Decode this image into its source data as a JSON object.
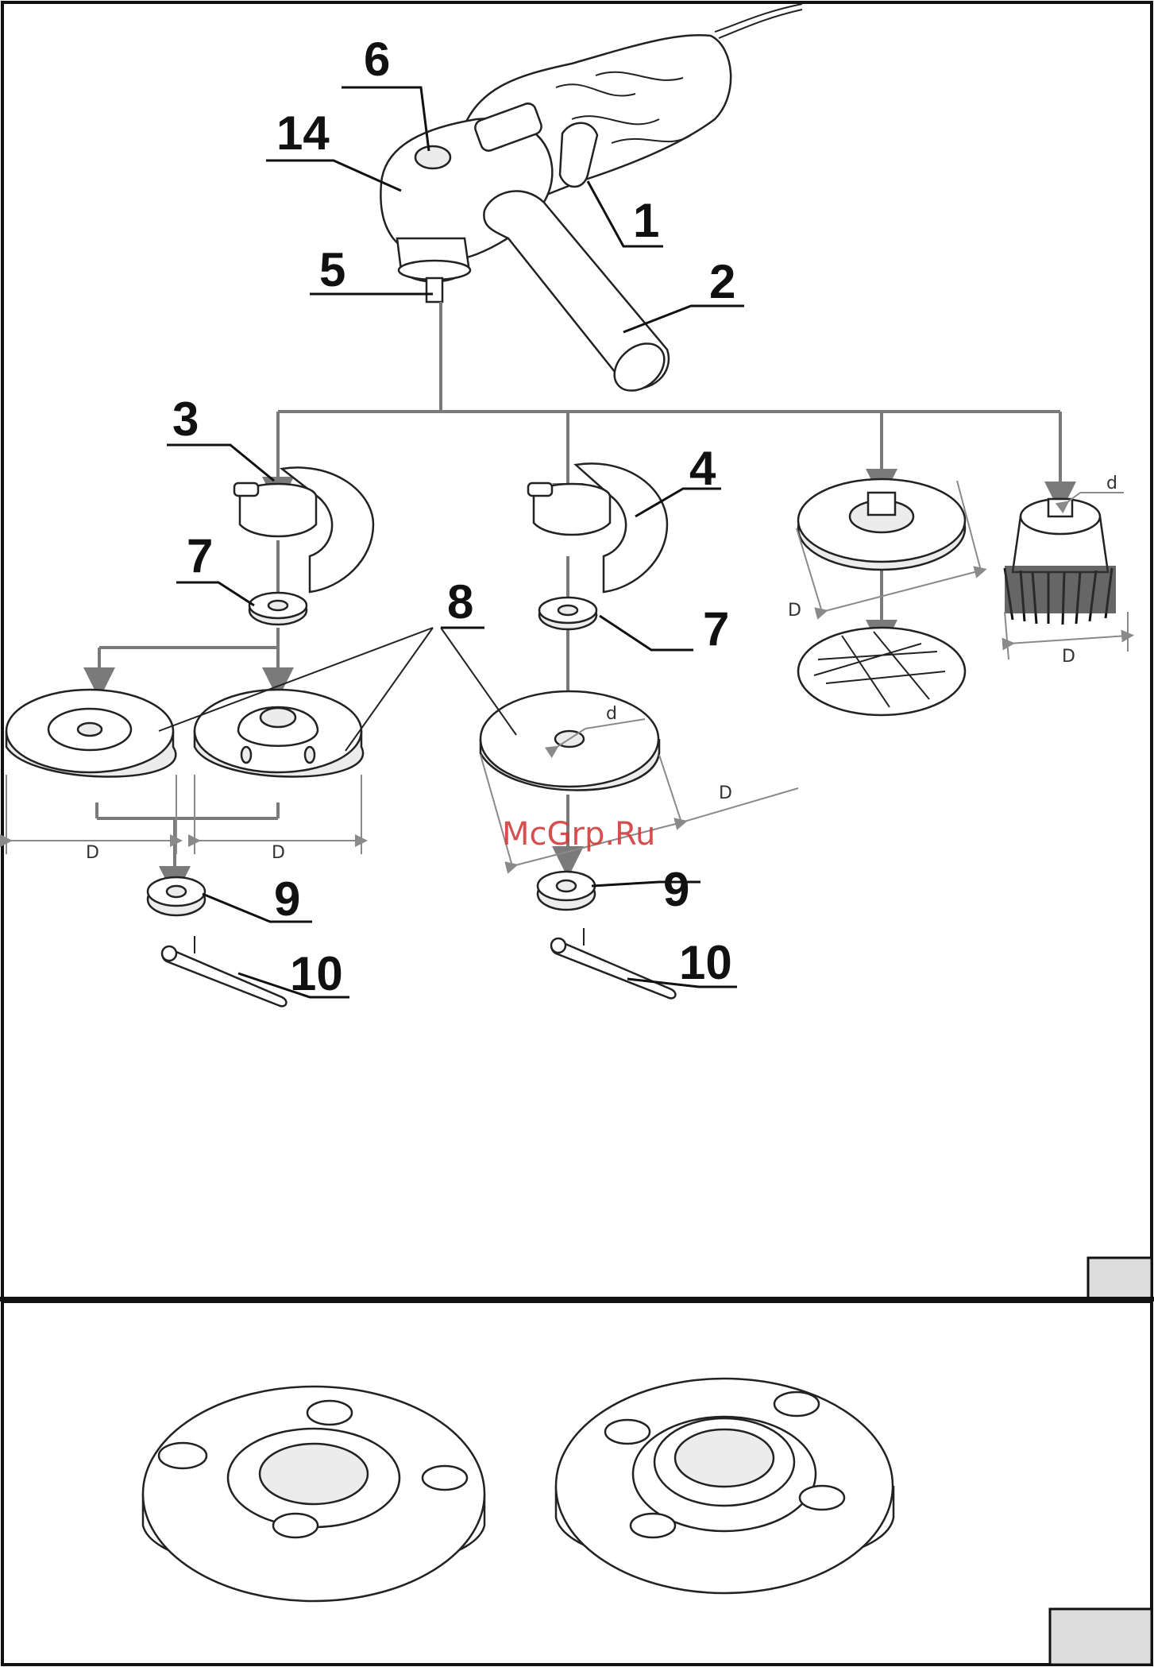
{
  "callouts": {
    "c6": "6",
    "c14": "14",
    "c1": "1",
    "c5": "5",
    "c2": "2",
    "c3": "3",
    "c4": "4",
    "c7a": "7",
    "c7b": "7",
    "c8": "8",
    "c9a": "9",
    "c9b": "9",
    "c10a": "10",
    "c10b": "10"
  },
  "dimensions": {
    "d_small": "d",
    "D": "D"
  },
  "watermark": "McGrp.Ru",
  "colors": {
    "frame": "#111111",
    "arrow": "#7a7a7a",
    "tab": "#dddddd",
    "watermark": "#d23b3b"
  }
}
